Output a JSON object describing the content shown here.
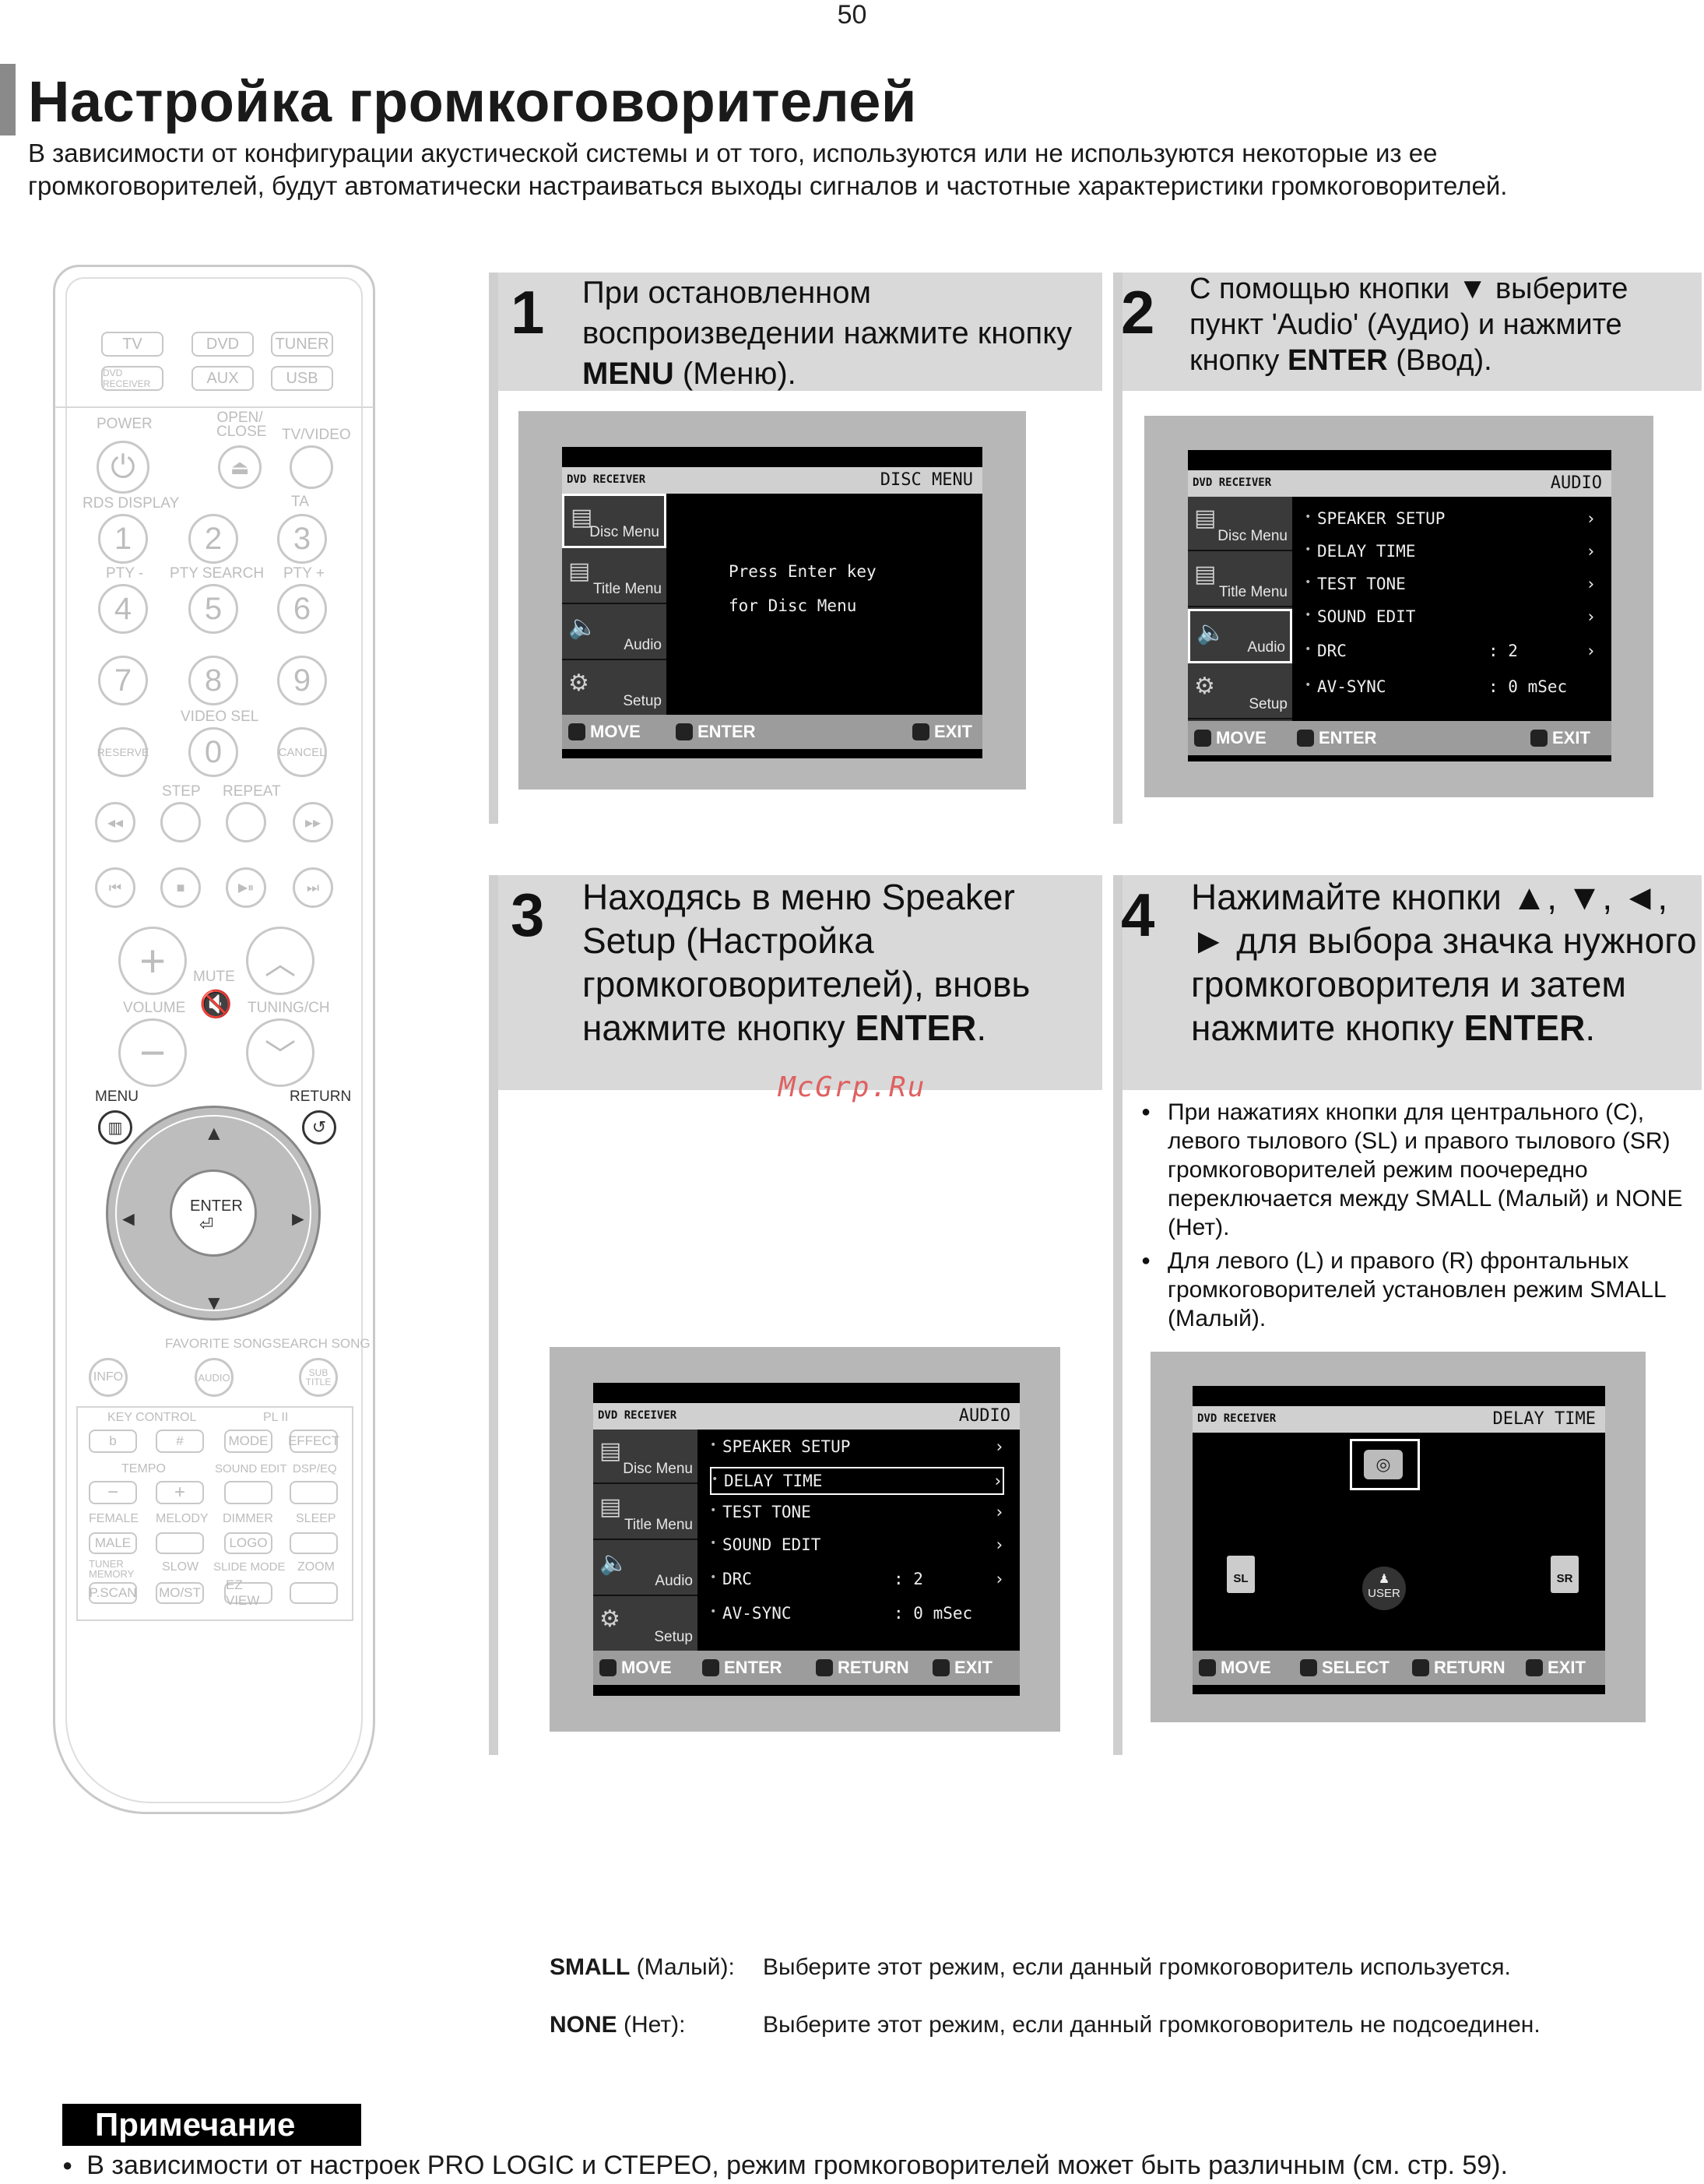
{
  "page_number": "50",
  "title": "Настройка громкоговорителей",
  "intro": "В зависимости от конфигурации акустической системы и от того, используются или не используются некоторые из ее громкоговорителей, будут автоматически настраиваться выходы сигналов и частотные характеристики громкоговорителей.",
  "remote": {
    "sources": [
      "TV",
      "DVD",
      "TUNER",
      "DVD RECEIVER",
      "AUX",
      "USB"
    ],
    "labels": {
      "power": "POWER",
      "open_close": "OPEN/ CLOSE",
      "tv_video": "TV/VIDEO",
      "rds_display": "RDS DISPLAY",
      "ta": "TA",
      "pty_minus": "PTY -",
      "pty_search": "PTY SEARCH",
      "pty_plus": "PTY +",
      "video_sel": "VIDEO SEL",
      "reserve": "RESERVE",
      "cancel": "CANCEL",
      "step": "STEP",
      "repeat": "REPEAT",
      "mute": "MUTE",
      "volume": "VOLUME",
      "tuning_ch": "TUNING/CH",
      "menu": "MENU",
      "return": "RETURN",
      "enter": "ENTER",
      "favorite_song": "FAVORITE SONG",
      "search_song": "SEARCH SONG",
      "info": "INFO",
      "audio": "AUDIO",
      "subtitle": "SUB TITLE",
      "key_control": "KEY CONTROL",
      "pl2": "PL II",
      "b": "b",
      "sharp": "#",
      "mode": "MODE",
      "effect": "EFFECT",
      "tempo": "TEMPO",
      "sound_edit": "SOUND EDIT",
      "dsp_eq": "DSP/EQ",
      "female": "FEMALE",
      "melody": "MELODY",
      "dimmer": "DIMMER",
      "sleep": "SLEEP",
      "male": "MALE",
      "logo": "LOGO",
      "tuner_memory": "TUNER MEMORY",
      "slow": "SLOW",
      "slide_mode": "SLIDE MODE",
      "zoom": "ZOOM",
      "p_scan": "P.SCAN",
      "mo_st": "MO/ST",
      "ez_view": "EZ VIEW"
    },
    "digits": [
      "1",
      "2",
      "3",
      "4",
      "5",
      "6",
      "7",
      "8",
      "9",
      "0"
    ]
  },
  "steps": [
    {
      "num": "1",
      "text_before": "При остановленном воспроизведении нажмите кнопку ",
      "bold": "MENU",
      "text_after": " (Меню)."
    },
    {
      "num": "2",
      "text_before": "С помощью кнопки ▼ выберите пункт 'Audio' (Аудио) и нажмите кнопку ",
      "bold": "ENTER",
      "text_after": " (Ввод)."
    },
    {
      "num": "3",
      "text_before": "Находясь в меню Speaker Setup (Настройка громкоговорителей), вновь нажмите кнопку ",
      "bold": "ENTER",
      "text_after": "."
    },
    {
      "num": "4",
      "text_before": "Нажимайте кнопки ▲, ▼, ◄, ► для выбора значка нужного громкоговорителя и затем нажмите кнопку ",
      "bold": "ENTER",
      "text_after": "."
    }
  ],
  "osd": {
    "brand": "DVD RECEIVER",
    "side": [
      "Disc Menu",
      "Title Menu",
      "Audio",
      "Setup"
    ],
    "screen1": {
      "title": "DISC MENU",
      "line1": "Press Enter key",
      "line2": "for Disc Menu",
      "footer": [
        "MOVE",
        "ENTER",
        "EXIT"
      ]
    },
    "audio_title": "AUDIO",
    "audio_items": [
      {
        "name": "SPEAKER SETUP",
        "value": "",
        "arrow": "›"
      },
      {
        "name": "DELAY TIME",
        "value": "",
        "arrow": "›"
      },
      {
        "name": "TEST TONE",
        "value": "",
        "arrow": "›"
      },
      {
        "name": "SOUND EDIT",
        "value": "",
        "arrow": "›"
      },
      {
        "name": "DRC",
        "value": ":  2",
        "arrow": "›"
      },
      {
        "name": "AV-SYNC",
        "value": ":  0 mSec",
        "arrow": ""
      }
    ],
    "screen2_footer": [
      "MOVE",
      "ENTER",
      "EXIT"
    ],
    "screen3_footer": [
      "MOVE",
      "ENTER",
      "RETURN",
      "EXIT"
    ],
    "screen4": {
      "title": "DELAY TIME",
      "sl": "SL",
      "sr": "SR",
      "user": "USER",
      "footer": [
        "MOVE",
        "SELECT",
        "RETURN",
        "EXIT"
      ]
    }
  },
  "step4_bullets": [
    "При нажатиях кнопки для центрального (C), левого тылового (SL) и правого тылового (SR) громкоговорителей режим поочередно переключается между SMALL (Малый) и NONE (Нет).",
    "Для левого (L) и правого (R) фронтальных громкоговорителей установлен режим SMALL (Малый)."
  ],
  "watermark": "McGrp.Ru",
  "definitions": [
    {
      "term": "SMALL",
      "term_note": " (Малый):",
      "desc": "Выберите этот режим, если данный громкоговоритель используется."
    },
    {
      "term": "NONE",
      "term_note": " (Нет):",
      "desc": "Выберите этот режим, если данный громкоговоритель не подсоединен."
    }
  ],
  "note": {
    "label": "Примечание",
    "text": "В зависимости от настроек PRO LOGIC и СТЕРЕО, режим громкоговорителей может быть различным (см. стр. 59)."
  }
}
